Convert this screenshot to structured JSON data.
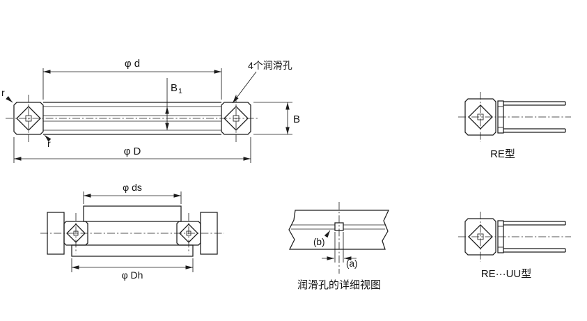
{
  "drawing": {
    "background": "#ffffff",
    "line_color": "#1c1c1c"
  },
  "main_view": {
    "dim_bore": "φ d",
    "dim_b1_base": "B",
    "dim_b1_sub": "1",
    "lube_note": "4个润滑孔",
    "dim_width": "B",
    "dim_outer": "φ D",
    "radius_outer": "r",
    "radius_inner": "r"
  },
  "re_view": {
    "caption": "RE型"
  },
  "mount_view": {
    "dim_shaft": "φ ds",
    "dim_housing": "φ Dh"
  },
  "detail_view": {
    "label_a": "(a)",
    "label_b": "(b)",
    "caption": "润滑孔的详细视图"
  },
  "re_uu_view": {
    "caption": "RE···UU型"
  }
}
